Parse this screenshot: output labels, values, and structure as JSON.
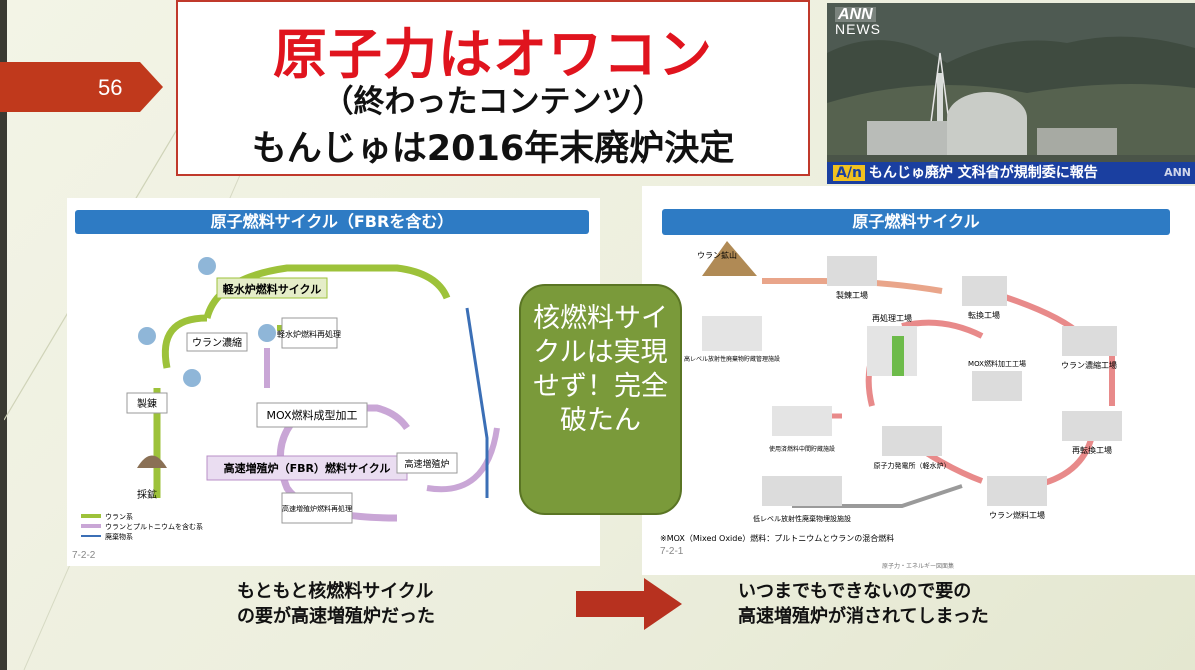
{
  "slide": {
    "number": "56"
  },
  "title": {
    "line1": "原子力はオワコン",
    "line2": "（終わったコンテンツ）",
    "line3": "もんじゅは2016年末廃炉決定"
  },
  "news_image": {
    "logo": "ANN",
    "logo_sub": "NEWS",
    "ticker_badge": "A/n",
    "ticker": "もんじゅ廃炉 文科省が規制委に報告",
    "ticker_tag": "ANN"
  },
  "left_panel": {
    "title": "原子燃料サイクル（FBRを含む）",
    "code": "7-2-2",
    "labels": {
      "lwr_cycle": "軽水炉燃料サイクル",
      "fbr_cycle": "高速増殖炉（FBR）燃料サイクル",
      "enrich": "ウラン濃縮",
      "lwr_plant": "軽水炉燃料再処理",
      "mox": "MOX燃料成型加工",
      "fbr_plant": "高速増殖炉",
      "fbr_reprocess": "高速増殖炉燃料再処理",
      "refine": "製錬",
      "mining": "採鉱"
    },
    "legend": [
      "ウラン系",
      "ウランとプルトニウムを含む系",
      "廃棄物系"
    ]
  },
  "right_panel": {
    "title": "原子燃料サイクル",
    "code": "7-2-1",
    "footnote": "※MOX（Mixed Oxide）燃料：プルトニウムとウランの混合燃料",
    "source": "原子力・エネルギー図面集",
    "labels": {
      "mine": "ウラン鉱山",
      "refine": "製錬工場",
      "convert": "転換工場",
      "enrich": "ウラン濃縮工場",
      "reconvert": "再転換工場",
      "fabricate": "ウラン燃料工場",
      "npp": "原子力発電所（軽水炉）",
      "reprocess": "再処理工場",
      "mox": "MOX燃料加工工場",
      "hlw": "高レベル放射性廃棄物貯蔵管理施設",
      "llw": "低レベル放射性廃棄物埋設施設",
      "interim": "使用済燃料中間貯蔵施設"
    }
  },
  "callout": {
    "text": "核燃料サイクルは実現せず！完全破たん"
  },
  "captions": {
    "left_l1": "もともと核燃料サイクル",
    "left_l2": "の要が高速増殖炉だった",
    "right_l1": "いつまでもできないので要の",
    "right_l2": "高速増殖炉が消されてしまった"
  },
  "colors": {
    "title_red": "#e0141e",
    "accent_blue": "#2e7bc4",
    "callout_green": "#7a9a3a",
    "arrow_red": "#b7311f"
  }
}
